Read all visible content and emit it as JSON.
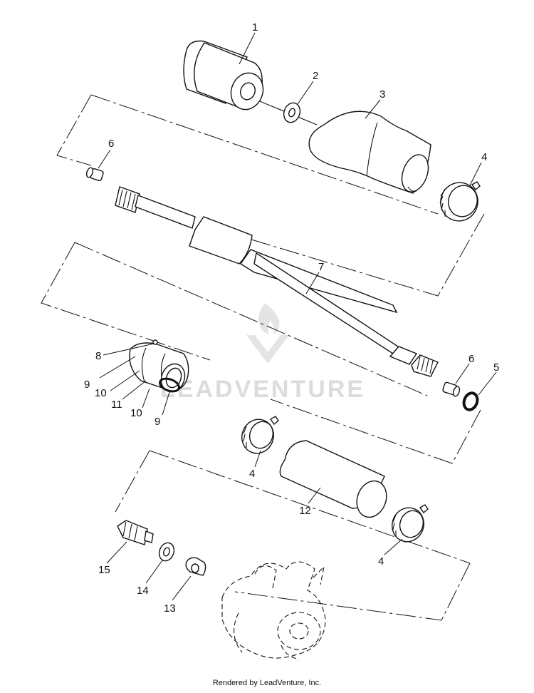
{
  "watermark": {
    "text": "LEADVENTURE"
  },
  "footer": {
    "credit": "Rendered by LeadVenture, Inc."
  },
  "callouts": {
    "c1": "1",
    "c2": "2",
    "c3": "3",
    "c4a": "4",
    "c4b": "4",
    "c4c": "4",
    "c5": "5",
    "c6a": "6",
    "c6b": "6",
    "c7": "7",
    "c8": "8",
    "c9a": "9",
    "c9b": "9",
    "c10a": "10",
    "c10b": "10",
    "c11": "11",
    "c12": "12",
    "c13": "13",
    "c14": "14",
    "c15": "15"
  }
}
